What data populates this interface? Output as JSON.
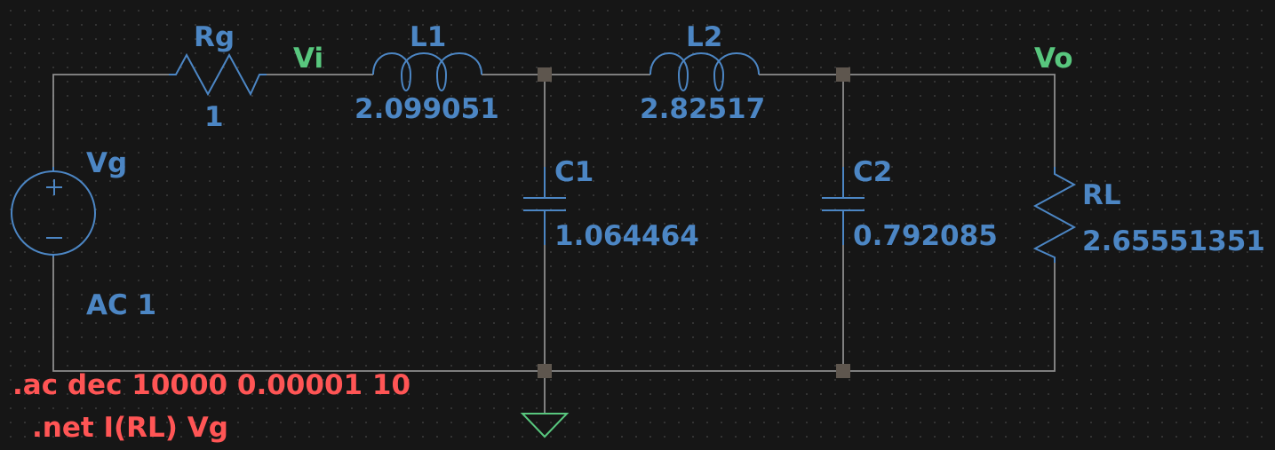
{
  "schematic": {
    "source": {
      "name": "Vg",
      "value": "AC 1"
    },
    "resistor_g": {
      "name": "Rg",
      "value": "1"
    },
    "inductor_1": {
      "name": "L1",
      "value": "2.099051"
    },
    "inductor_2": {
      "name": "L2",
      "value": "2.82517"
    },
    "capacitor_1": {
      "name": "C1",
      "value": "1.064464"
    },
    "capacitor_2": {
      "name": "C2",
      "value": "0.792085"
    },
    "resistor_l": {
      "name": "RL",
      "value": "2.65551351"
    },
    "net_labels": {
      "input": "Vi",
      "output": "Vo"
    },
    "directives": [
      ".ac dec 10000 0.00001 10",
      ".net I(RL) Vg"
    ]
  },
  "colors": {
    "background": "#161616",
    "wire": "#8d8d8d",
    "component": "#4c86c4",
    "net_label": "#58c77e",
    "directive": "#ff5555",
    "ground": "#58c77e",
    "junction": "#5e564e"
  }
}
